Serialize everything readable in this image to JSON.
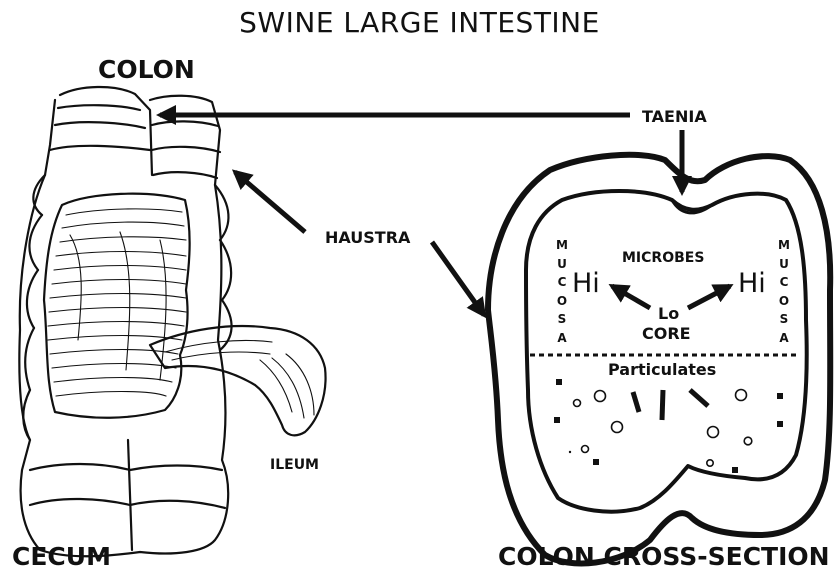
{
  "title": "SWINE LARGE INTESTINE",
  "labels": {
    "colon": "COLON",
    "cecum": "CECUM",
    "ileum": "ILEUM",
    "haustra": "HAUSTRA",
    "taenia": "TAENIA",
    "cross_section": "COLON CROSS-SECTION"
  },
  "cross_section": {
    "microbes": "MICROBES",
    "hi_left": "Hi",
    "hi_right": "Hi",
    "lo": "Lo",
    "core": "CORE",
    "particulates": "Particulates",
    "mucosa_letters": [
      "M",
      "U",
      "C",
      "O",
      "S",
      "A"
    ]
  },
  "colors": {
    "ink": "#111111",
    "background": "#ffffff"
  }
}
